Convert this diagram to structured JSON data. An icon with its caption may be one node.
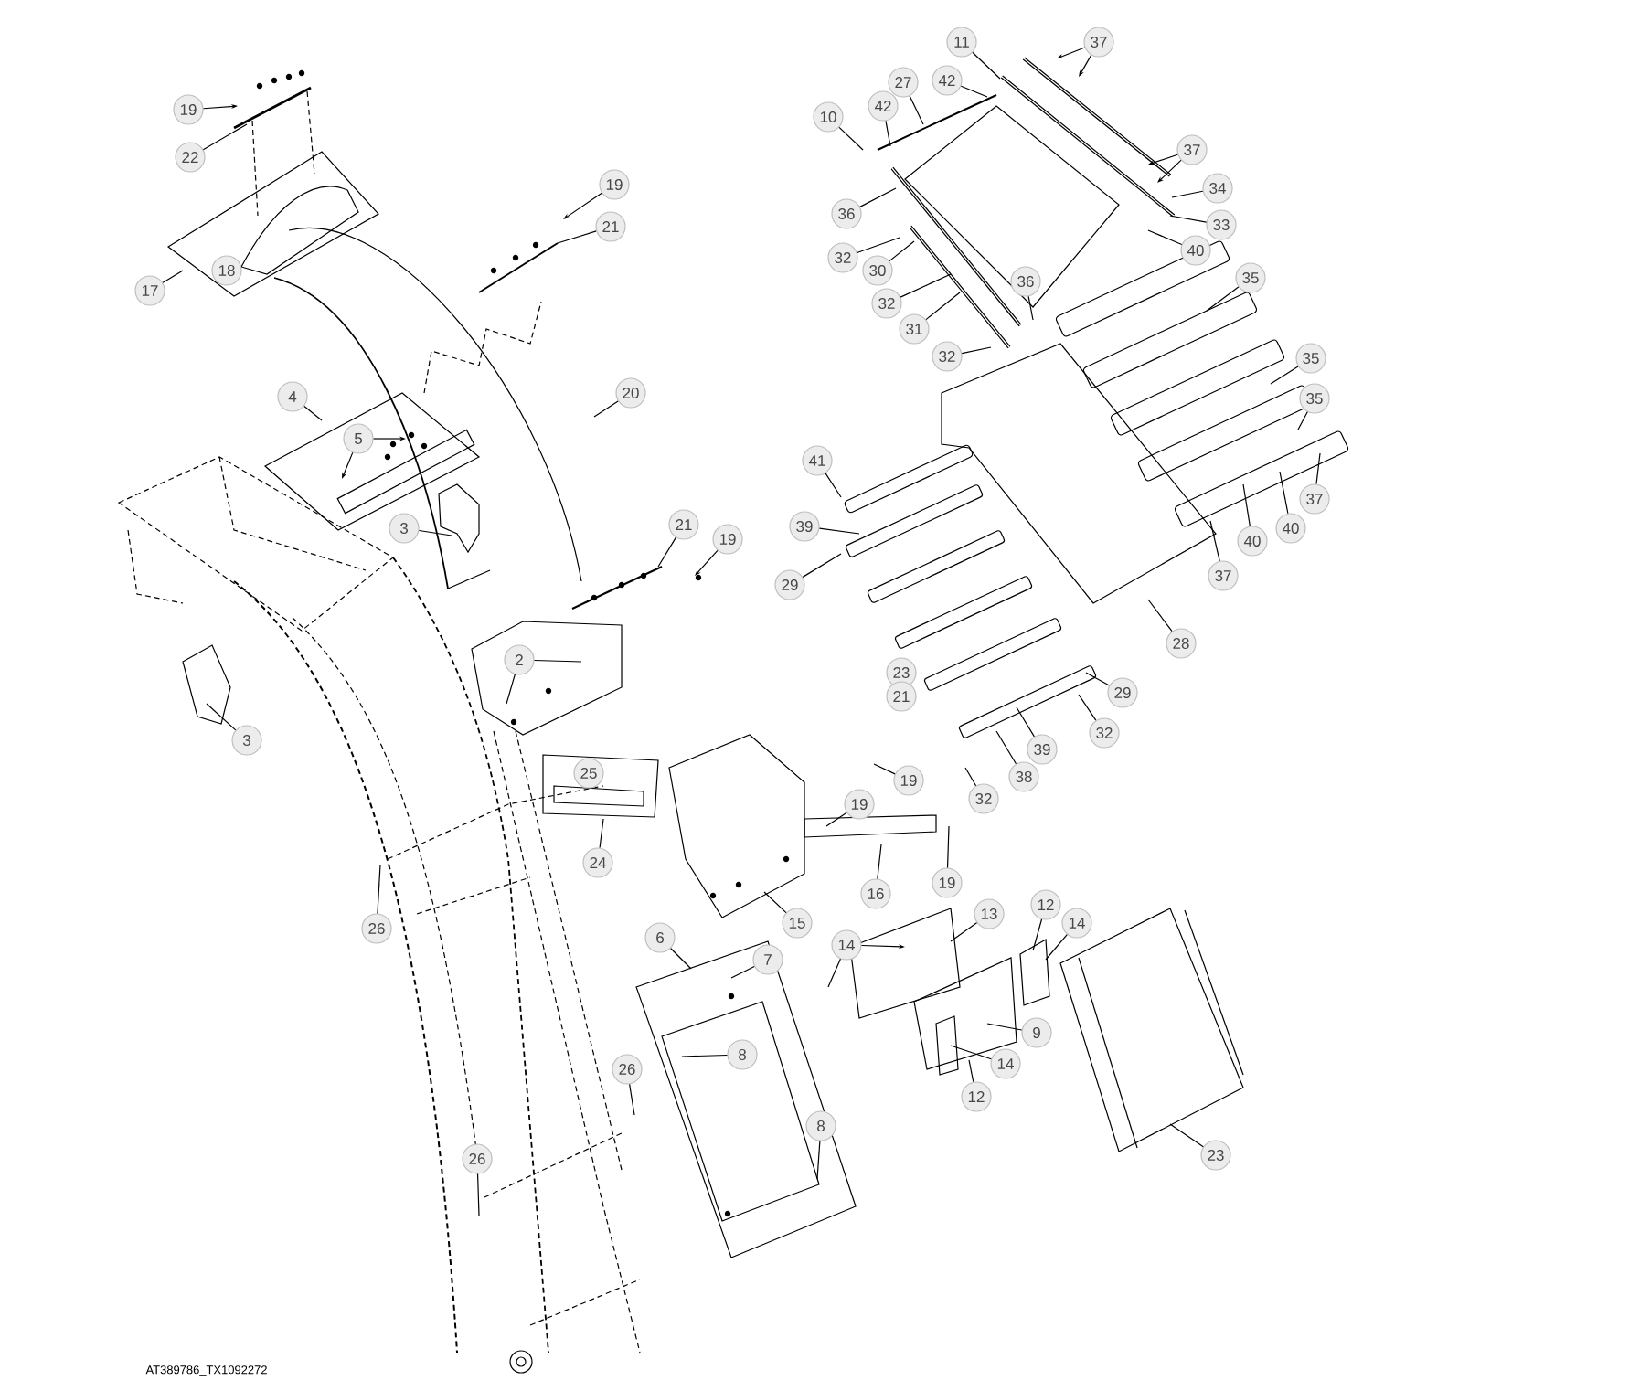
{
  "diagram": {
    "nodes": [
      {
        "text": [
          "19"
        ]
      },
      {
        "text": [
          "22"
        ]
      },
      {
        "text": [
          "17"
        ]
      },
      {
        "text": [
          "19"
        ]
      },
      {
        "text": [
          "21"
        ]
      },
      {
        "text": [
          "20"
        ]
      },
      {
        "text": [
          "4"
        ]
      },
      {
        "text": [
          "5"
        ]
      },
      {
        "text": [
          "3"
        ]
      },
      {
        "text": [
          "21"
        ]
      },
      {
        "text": [
          "19"
        ]
      },
      {
        "text": [
          "2"
        ]
      },
      {
        "text": [
          "3"
        ]
      },
      {
        "text": [
          "24"
        ]
      },
      {
        "text": [
          "26"
        ]
      },
      {
        "text": [
          "26"
        ]
      },
      {
        "text": [
          "26"
        ]
      },
      {
        "text": [
          "6"
        ]
      },
      {
        "text": [
          "7"
        ]
      },
      {
        "text": [
          "8"
        ]
      },
      {
        "text": [
          "8"
        ]
      },
      {
        "text": [
          "15"
        ]
      },
      {
        "text": [
          "16"
        ]
      },
      {
        "text": [
          "19"
        ]
      },
      {
        "text": [
          "19"
        ]
      },
      {
        "text": [
          "19"
        ]
      },
      {
        "text": [
          "32"
        ]
      },
      {
        "text": [
          "38"
        ]
      },
      {
        "text": [
          "39"
        ]
      },
      {
        "text": [
          "32"
        ]
      },
      {
        "text": [
          "29"
        ]
      },
      {
        "text": [
          "28"
        ]
      },
      {
        "text": [
          "29"
        ]
      },
      {
        "text": [
          "39"
        ]
      },
      {
        "text": [
          "41"
        ]
      },
      {
        "text": [
          "10"
        ]
      },
      {
        "text": [
          "42"
        ]
      },
      {
        "text": [
          "27"
        ]
      },
      {
        "text": [
          "42"
        ]
      },
      {
        "text": [
          "11"
        ]
      },
      {
        "text": [
          "37"
        ]
      },
      {
        "text": [
          "37"
        ]
      },
      {
        "text": [
          "34"
        ]
      },
      {
        "text": [
          "33"
        ]
      },
      {
        "text": [
          "40"
        ]
      },
      {
        "text": [
          "36"
        ]
      },
      {
        "text": [
          "32"
        ]
      },
      {
        "text": [
          "30"
        ]
      },
      {
        "text": [
          "32"
        ]
      },
      {
        "text": [
          "31"
        ]
      },
      {
        "text": [
          "36"
        ]
      },
      {
        "text": [
          "32"
        ]
      },
      {
        "text": [
          "35"
        ]
      },
      {
        "text": [
          "35"
        ]
      },
      {
        "text": [
          "35"
        ]
      },
      {
        "text": [
          "37"
        ]
      },
      {
        "text": [
          "40"
        ]
      },
      {
        "text": [
          "40"
        ]
      },
      {
        "text": [
          "37"
        ]
      },
      {
        "text": [
          "14"
        ]
      },
      {
        "text": [
          "13"
        ]
      },
      {
        "text": [
          "9"
        ]
      },
      {
        "text": [
          "14"
        ]
      },
      {
        "text": [
          "12"
        ]
      },
      {
        "text": [
          "12"
        ]
      },
      {
        "text": [
          "14"
        ]
      },
      {
        "text": [
          "23"
        ]
      },
      {
        "text": [
          "18"
        ]
      },
      {
        "text": [
          "25"
        ]
      },
      {
        "text": [
          "23"
        ]
      },
      {
        "text": [
          "21"
        ]
      }
    ],
    "edges": [
      {
        "from": 0,
        "to": null,
        "arrow": "to"
      },
      {
        "from": 1,
        "to": null,
        "arrow": "none"
      },
      {
        "from": 2,
        "to": null,
        "arrow": "none"
      },
      {
        "from": 3,
        "to": null,
        "arrow": "to"
      },
      {
        "from": 4,
        "to": null,
        "arrow": "none"
      },
      {
        "from": 5,
        "to": null,
        "arrow": "none"
      },
      {
        "from": 6,
        "to": null,
        "arrow": "none"
      },
      {
        "from": 7,
        "to": null,
        "arrow": "to"
      },
      {
        "from": 7,
        "to": null,
        "arrow": "to"
      },
      {
        "from": 8,
        "to": null,
        "arrow": "none"
      },
      {
        "from": 9,
        "to": null,
        "arrow": "none"
      },
      {
        "from": 10,
        "to": null,
        "arrow": "to"
      },
      {
        "from": 11,
        "to": null,
        "arrow": "none"
      },
      {
        "from": 11,
        "to": null,
        "arrow": "none"
      },
      {
        "from": 12,
        "to": null,
        "arrow": "none"
      },
      {
        "from": 13,
        "to": null,
        "arrow": "none"
      },
      {
        "from": 14,
        "to": null,
        "arrow": "none"
      },
      {
        "from": 15,
        "to": null,
        "arrow": "none"
      },
      {
        "from": 16,
        "to": null,
        "arrow": "none"
      },
      {
        "from": 17,
        "to": null,
        "arrow": "none"
      },
      {
        "from": 18,
        "to": null,
        "arrow": "none"
      },
      {
        "from": 19,
        "to": null,
        "arrow": "none"
      },
      {
        "from": 20,
        "to": null,
        "arrow": "none"
      },
      {
        "from": 21,
        "to": null,
        "arrow": "none"
      },
      {
        "from": 22,
        "to": null,
        "arrow": "none"
      },
      {
        "from": 23,
        "to": null,
        "arrow": "none"
      },
      {
        "from": 24,
        "to": null,
        "arrow": "none"
      },
      {
        "from": 25,
        "to": null,
        "arrow": "none"
      },
      {
        "from": 26,
        "to": null,
        "arrow": "none"
      },
      {
        "from": 27,
        "to": null,
        "arrow": "none"
      },
      {
        "from": 28,
        "to": null,
        "arrow": "none"
      },
      {
        "from": 29,
        "to": null,
        "arrow": "none"
      },
      {
        "from": 30,
        "to": null,
        "arrow": "none"
      },
      {
        "from": 31,
        "to": null,
        "arrow": "none"
      },
      {
        "from": 32,
        "to": null,
        "arrow": "none"
      },
      {
        "from": 33,
        "to": null,
        "arrow": "none"
      },
      {
        "from": 34,
        "to": null,
        "arrow": "none"
      },
      {
        "from": 35,
        "to": null,
        "arrow": "none"
      },
      {
        "from": 36,
        "to": null,
        "arrow": "none"
      },
      {
        "from": 37,
        "to": null,
        "arrow": "none"
      },
      {
        "from": 38,
        "to": null,
        "arrow": "none"
      },
      {
        "from": 39,
        "to": null,
        "arrow": "none"
      },
      {
        "from": 40,
        "to": null,
        "arrow": "to"
      },
      {
        "from": 40,
        "to": null,
        "arrow": "to"
      },
      {
        "from": 41,
        "to": null,
        "arrow": "to"
      },
      {
        "from": 41,
        "to": null,
        "arrow": "to"
      },
      {
        "from": 42,
        "to": null,
        "arrow": "none"
      },
      {
        "from": 43,
        "to": null,
        "arrow": "none"
      },
      {
        "from": 44,
        "to": null,
        "arrow": "none"
      },
      {
        "from": 45,
        "to": null,
        "arrow": "none"
      },
      {
        "from": 46,
        "to": null,
        "arrow": "none"
      },
      {
        "from": 47,
        "to": null,
        "arrow": "none"
      },
      {
        "from": 48,
        "to": null,
        "arrow": "none"
      },
      {
        "from": 49,
        "to": null,
        "arrow": "none"
      },
      {
        "from": 50,
        "to": null,
        "arrow": "none"
      },
      {
        "from": 51,
        "to": null,
        "arrow": "none"
      },
      {
        "from": 52,
        "to": null,
        "arrow": "none"
      },
      {
        "from": 53,
        "to": null,
        "arrow": "none"
      },
      {
        "from": 54,
        "to": null,
        "arrow": "none"
      },
      {
        "from": 55,
        "to": null,
        "arrow": "none"
      },
      {
        "from": 56,
        "to": null,
        "arrow": "none"
      },
      {
        "from": 57,
        "to": null,
        "arrow": "none"
      },
      {
        "from": 58,
        "to": null,
        "arrow": "none"
      },
      {
        "from": 59,
        "to": null,
        "arrow": "to"
      },
      {
        "from": 59,
        "to": null,
        "arrow": "none"
      },
      {
        "from": 60,
        "to": null,
        "arrow": "none"
      },
      {
        "from": 61,
        "to": null,
        "arrow": "none"
      },
      {
        "from": 62,
        "to": null,
        "arrow": "none"
      },
      {
        "from": 63,
        "to": null,
        "arrow": "none"
      },
      {
        "from": 64,
        "to": null,
        "arrow": "none"
      },
      {
        "from": 65,
        "to": null,
        "arrow": "none"
      },
      {
        "from": 66,
        "to": null,
        "arrow": "none"
      }
    ],
    "labels": [
      "AT389786_TX1092272"
    ]
  }
}
